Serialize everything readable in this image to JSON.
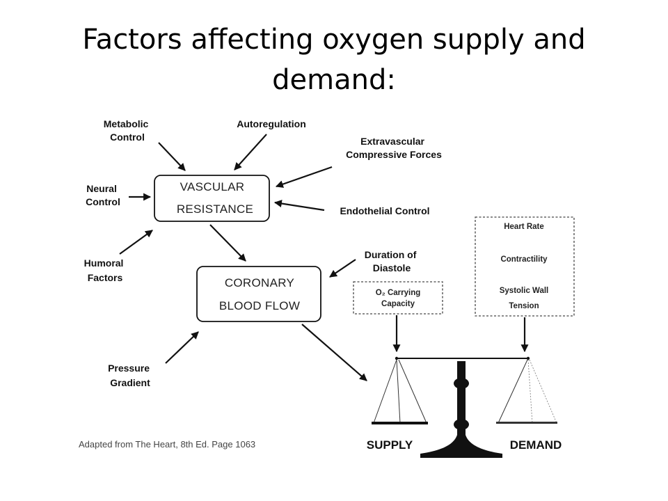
{
  "title": {
    "line1": "Factors affecting oxygen supply and",
    "line2": "demand:"
  },
  "diagram": {
    "factors": {
      "metabolic_line1": "Metabolic",
      "metabolic_line2": "Control",
      "autoregulation": "Autoregulation",
      "extravascular_line1": "Extravascular",
      "extravascular_line2": "Compressive Forces",
      "neural_line1": "Neural",
      "neural_line2": "Control",
      "endothelial": "Endothelial Control",
      "humoral_line1": "Humoral",
      "humoral_line2": "Factors",
      "diastole_line1": "Duration of",
      "diastole_line2": "Diastole",
      "pressure_line1": "Pressure",
      "pressure_line2": "Gradient"
    },
    "vascular_box": {
      "line1": "VASCULAR",
      "line2": "RESISTANCE"
    },
    "coronary_box": {
      "line1": "CORONARY",
      "line2": "BLOOD FLOW"
    },
    "o2_box": {
      "line1": "O₂ Carrying",
      "line2": "Capacity"
    },
    "demand_box": {
      "heart_rate": "Heart Rate",
      "contractility": "Contractility",
      "wall_line1": "Systolic Wall",
      "wall_line2": "Tension"
    },
    "scale": {
      "supply": "SUPPLY",
      "demand": "DEMAND"
    },
    "credit": "Adapted from The Heart, 8th Ed. Page 1063"
  }
}
